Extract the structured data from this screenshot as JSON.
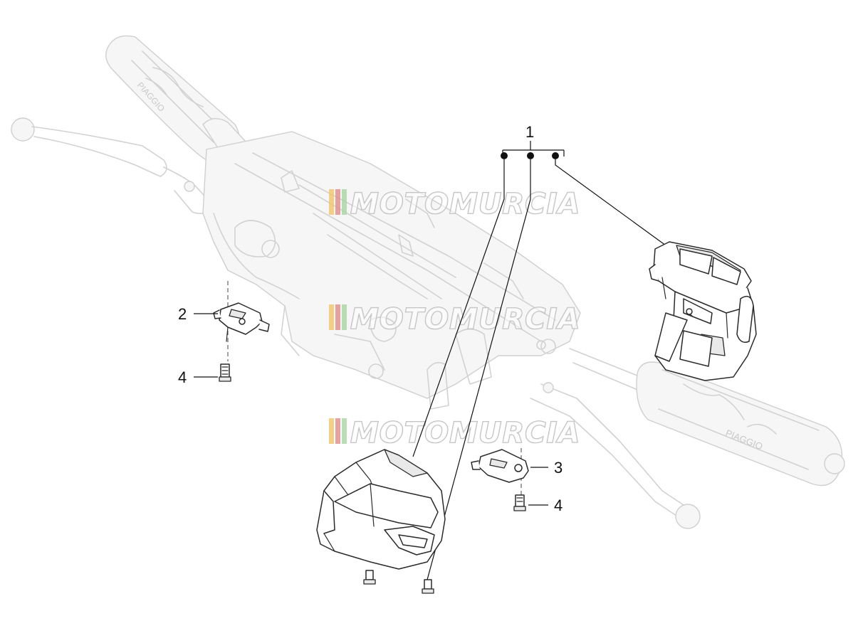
{
  "callouts": {
    "c1": "1",
    "c2": "2",
    "c3": "3",
    "c4a": "4",
    "c4b": "4"
  },
  "grips": {
    "left_brand": "PIAGGIO",
    "right_brand": "PIAGGIO"
  },
  "watermark": {
    "text": "MOTOMURCIA",
    "stripe_colors": [
      "#f2c66a",
      "#e38b8b",
      "#a9d6a0"
    ]
  },
  "colors": {
    "line": "#2a2a2a",
    "ghost": "#d2d2d2"
  }
}
